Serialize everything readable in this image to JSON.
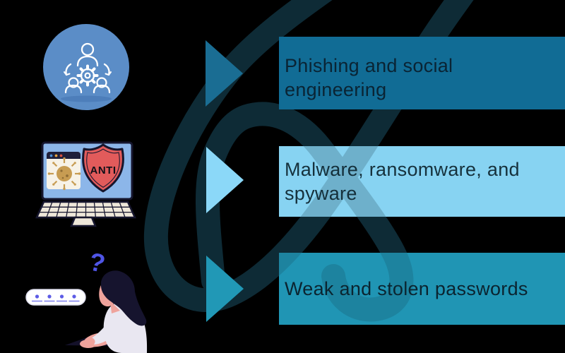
{
  "canvas": {
    "background": "#000000",
    "paperclip_color": "#0e2b36"
  },
  "items": [
    {
      "label": "Phishing and social engineering",
      "bar_color": "#116c95",
      "arrow_color": "#1a6d93",
      "text_color": "#0a2434"
    },
    {
      "label": "Malware, ransomware, and spyware",
      "bar_color": "#87d3f2",
      "arrow_color": "#8bd8f8",
      "text_color": "#16313c"
    },
    {
      "label": "Weak and stolen passwords",
      "bar_color": "#2095b4",
      "arrow_color": "#2198b6",
      "text_color": "#0b2430"
    }
  ],
  "illustrations": {
    "team_icon": {
      "circle_color": "#5b8dc7",
      "glyph_color": "#ffffff",
      "shadow_color": "#4a7bb6"
    },
    "antivirus": {
      "shield_label": "ANTI",
      "shield_color": "#e25b5b",
      "outline_color": "#16162e",
      "screen_color": "#8cb6e9",
      "browser_color": "#f7f2e7",
      "browser_bar_color": "#1f1f3a",
      "virus_color": "#c79c52",
      "keyboard_color": "#eee7d9",
      "dot_colors": {
        "blue": "#4a90d9",
        "orange": "#e8a33d",
        "red": "#d9503d"
      }
    },
    "forgot_password": {
      "question_mark": "?",
      "question_color": "#4f55e6",
      "password_dot_count": 4,
      "password_dot_color": "#5d5ce6",
      "underline_color": "#8384ee",
      "field_color": "#ffffff",
      "hair_color": "#16142e",
      "skin_color": "#efa39c",
      "shirt_color": "#e9e7f1"
    }
  }
}
